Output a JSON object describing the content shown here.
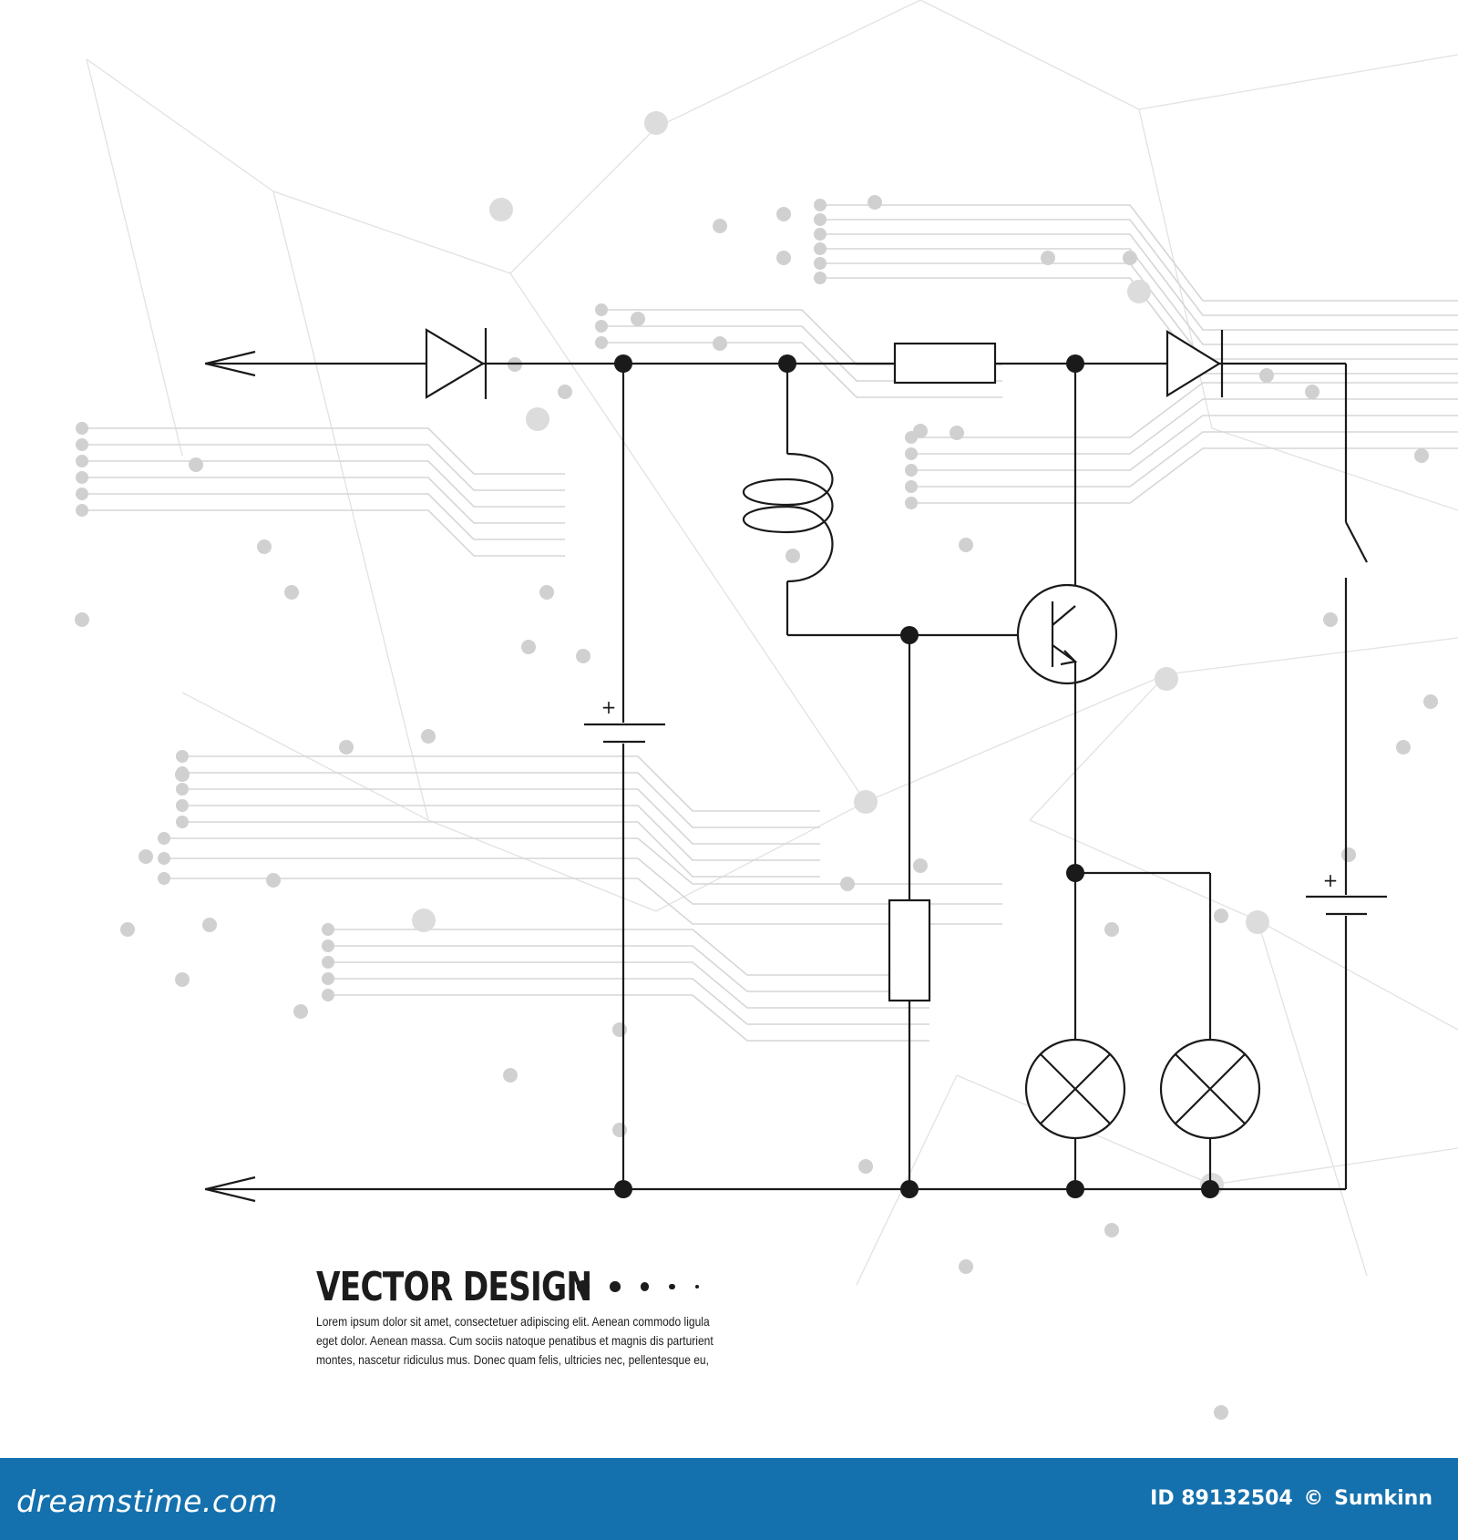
{
  "title": {
    "text": "VECTOR DESIGN",
    "dots": 5
  },
  "lorem_lines": [
    "Lorem ipsum dolor sit amet, consectetuer adipiscing elit. Aenean commodo ligula",
    "eget dolor. Aenean massa. Cum sociis natoque penatibus et magnis dis parturient",
    "montes, nascetur ridiculus mus. Donec quam felis, ultricies nec, pellentesque eu,"
  ],
  "battery_plus_label": "+",
  "footer": {
    "brand": "dreamstime.com",
    "image_id": "ID 89132504",
    "copyright_symbol": "©",
    "author": "Sumkinn",
    "bar_color": "#1571ad"
  },
  "icons": [
    "diode-icon",
    "resistor-icon",
    "inductor-icon",
    "transistor-icon",
    "battery-icon",
    "lamp-icon",
    "switch-icon",
    "arrow-icon"
  ]
}
